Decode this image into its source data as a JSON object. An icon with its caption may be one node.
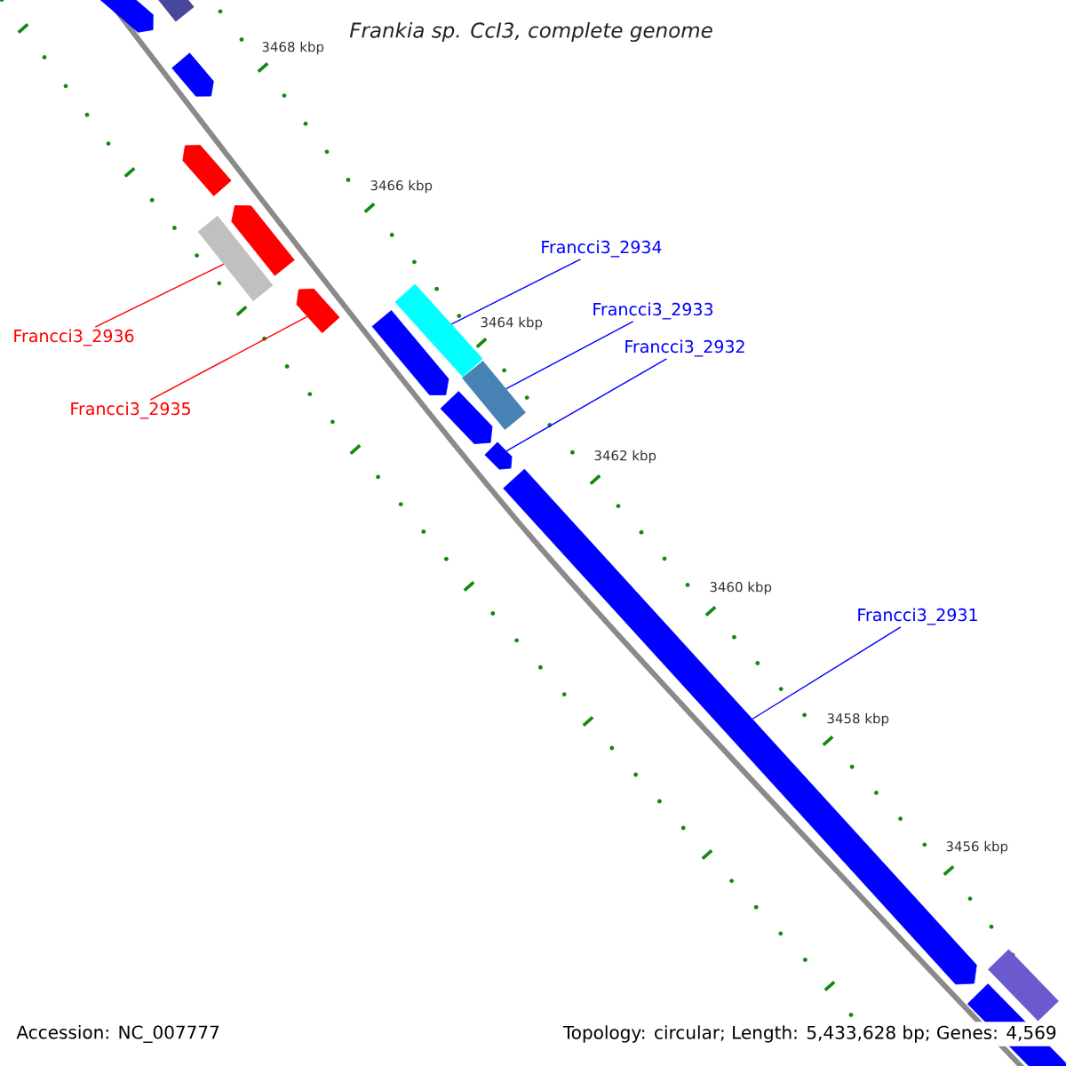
{
  "diagram": {
    "title": "Frankia sp. CcI3, complete genome",
    "nodes": [
      {
        "text": [],
        "shape": "arrow"
      },
      {
        "text": [],
        "shape": "box"
      },
      {
        "text": [],
        "shape": "arrow"
      },
      {
        "text": [],
        "shape": "arrow"
      },
      {
        "text": [],
        "shape": "box"
      },
      {
        "text": [],
        "shape": "arrow"
      },
      {
        "text": [],
        "shape": "arrow"
      },
      {
        "text": [],
        "shape": "arrow"
      },
      {
        "text": [],
        "shape": "box"
      },
      {
        "text": [],
        "shape": "arrow"
      },
      {
        "text": [],
        "shape": "box"
      },
      {
        "text": [],
        "shape": "arrow"
      },
      {
        "text": [],
        "shape": "arrow"
      },
      {
        "text": [],
        "shape": "box"
      },
      {
        "text": [],
        "shape": "arrow"
      },
      {
        "text": [
          "Francci3_2936"
        ]
      },
      {
        "text": [
          "Francci3_2935"
        ]
      },
      {
        "text": [
          "Francci3_2934"
        ]
      },
      {
        "text": [
          "Francci3_2933"
        ]
      },
      {
        "text": [
          "Francci3_2932"
        ]
      },
      {
        "text": [
          "Francci3_2931"
        ]
      }
    ],
    "edges": [
      {
        "from": 15,
        "to": 4,
        "arrow": "none",
        "color": "#ff0000"
      },
      {
        "from": 16,
        "to": 6,
        "arrow": "none",
        "color": "#ff0000"
      },
      {
        "from": 17,
        "to": 8,
        "arrow": "none"
      },
      {
        "from": 18,
        "to": 10,
        "arrow": "none"
      },
      {
        "from": 19,
        "to": 11,
        "arrow": "none"
      },
      {
        "from": 20,
        "to": 12,
        "arrow": "none"
      }
    ],
    "labels": [
      "3468 kbp",
      "3466 kbp",
      "3464 kbp",
      "3462 kbp",
      "3460 kbp",
      "3458 kbp",
      "3456 kbp",
      "Accession: NC_007777",
      "Topology: circular; Length: 5,433,628 bp; Genes: 4,569"
    ]
  }
}
